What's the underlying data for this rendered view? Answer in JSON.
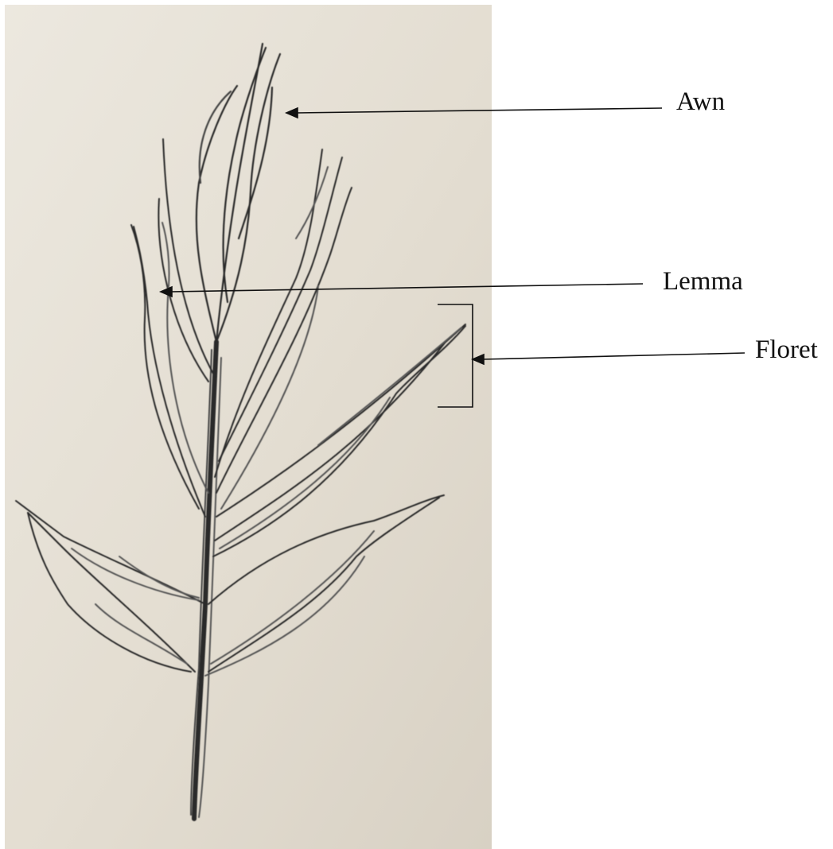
{
  "diagram": {
    "labels": {
      "awn": "Awn",
      "lemma": "Lemma",
      "floret": "Floret"
    }
  },
  "colors": {
    "paper": "#e6e1d6",
    "paper_shadow": "#d3ccbf",
    "pencil": "#2b2b2b",
    "pencil_light": "#555555",
    "annotation": "#111111"
  }
}
